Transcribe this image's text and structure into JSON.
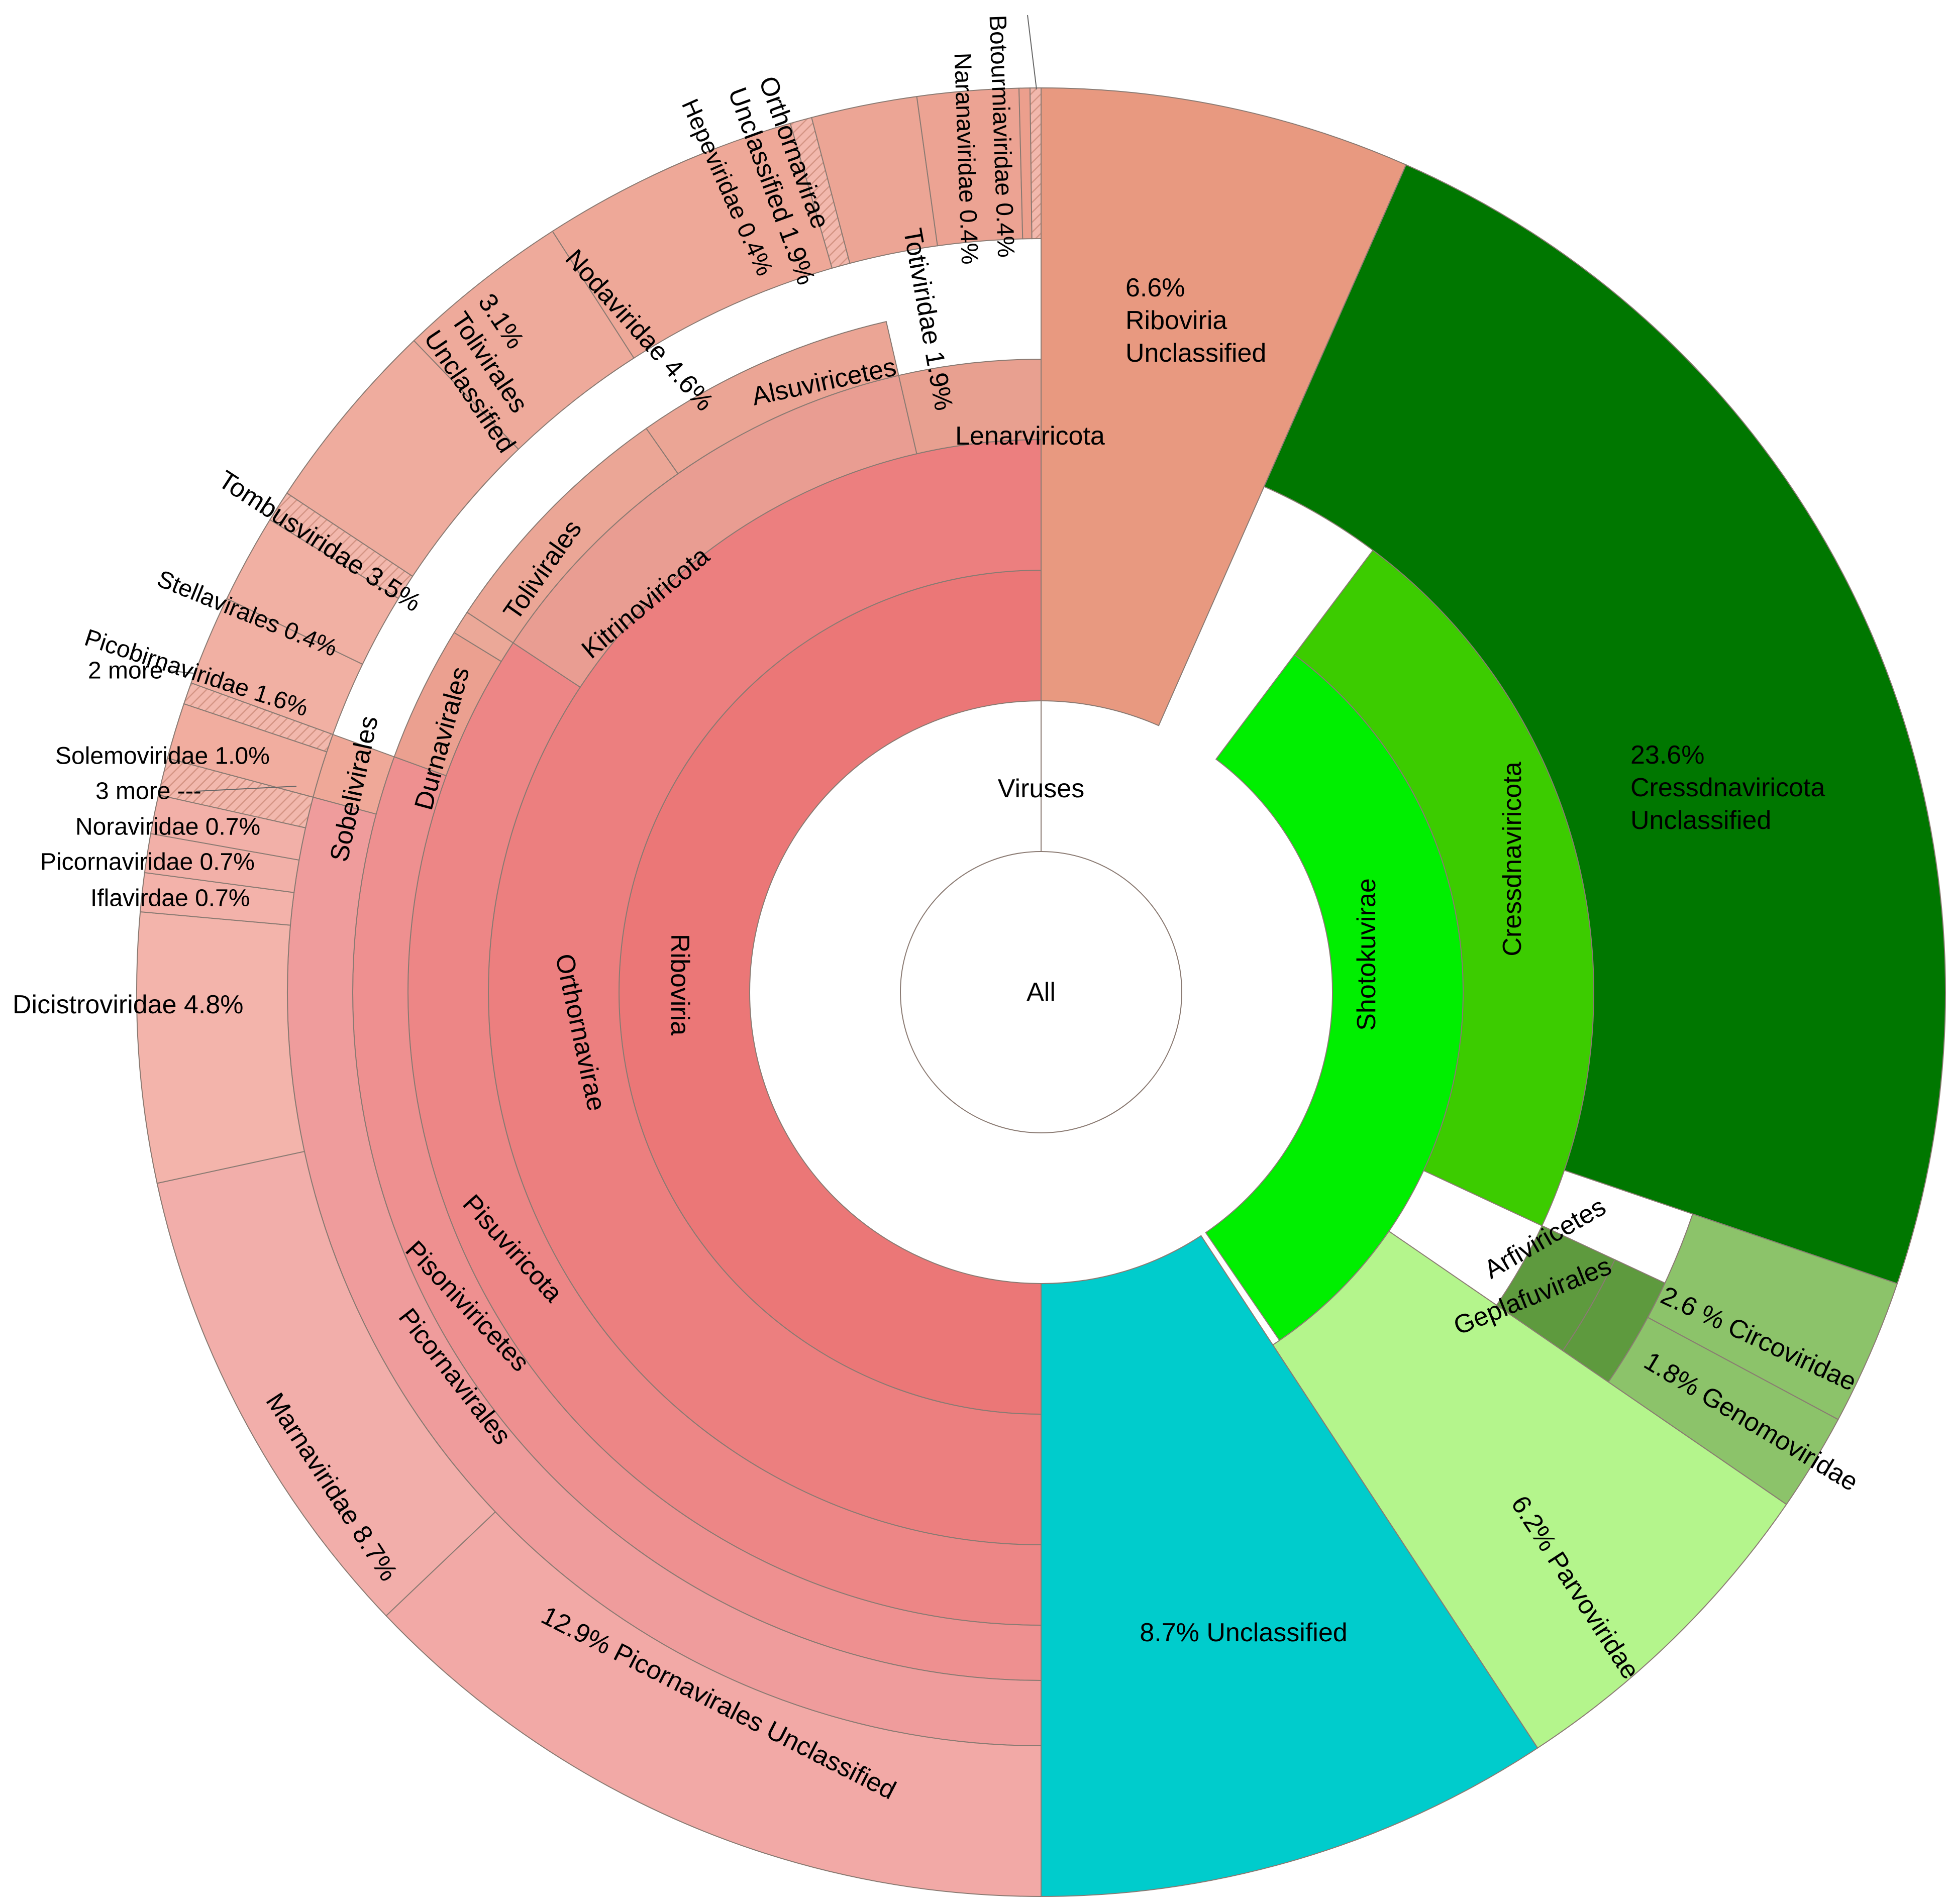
{
  "chart_data": {
    "type": "sunburst",
    "center_label": "All",
    "nodes": [
      {
        "id": "viruses",
        "label": "Viruses",
        "level": 1,
        "start": 0,
        "end": 360,
        "color": "#e86e6f"
      },
      {
        "id": "riboviria",
        "label": "Riboviria",
        "level": 2,
        "start": 180,
        "end": 360,
        "color": "#eb7777"
      },
      {
        "id": "shotokuvirae",
        "label": "Shotokuvirae",
        "level": 2,
        "start": 36.9,
        "end": 145.6,
        "color": "#00ef00"
      },
      {
        "id": "orthornavirae",
        "label": "Orthornavirae",
        "level": 3,
        "start": 180,
        "end": 360,
        "color": "#ec7f7f"
      },
      {
        "id": "cressdnaviricota",
        "label": "Cressdnaviricota",
        "level": 3,
        "start": 36.9,
        "end": 115.0,
        "color": "#3ccc00"
      },
      {
        "id": "pisuviricota",
        "label": "Pisuviricota",
        "level": 4,
        "start": 180,
        "end": 303.5,
        "color": "#ed8686"
      },
      {
        "id": "kitrinoviricota",
        "label": "Kitrinoviricota",
        "level": 4,
        "start": 303.5,
        "end": 347.0,
        "color": "#e99d92"
      },
      {
        "id": "lenarviricota",
        "label": "Lenarviricota",
        "level": 4,
        "start": 347.0,
        "end": 360,
        "color": "#e8a090"
      },
      {
        "id": "arfiviricetes",
        "label": "Arfiviricetes",
        "level": 4,
        "start": 115.0,
        "end": 124.5,
        "color": "#5e9a3e"
      },
      {
        "id": "pisoniviricetes",
        "label": "Pisoniviricetes",
        "level": 5,
        "start": 180,
        "end": 290.0,
        "color": "#ee9090"
      },
      {
        "id": "durnavirales",
        "label": "Durnavirales",
        "level": 5,
        "start": 290.0,
        "end": 301.5,
        "color": "#eba090"
      },
      {
        "id": "stellavirales",
        "label": "Stellavirales 0.4%",
        "level": 5,
        "start": 301.5,
        "end": 303.5,
        "color": "#eba898"
      },
      {
        "id": "tolivirales",
        "label": "Tolivirales",
        "level": 5,
        "start": 303.5,
        "end": 325.0,
        "color": "#eba696"
      },
      {
        "id": "alsuviricetes",
        "label": "Alsuviricetes",
        "level": 5,
        "start": 325.0,
        "end": 347.0,
        "color": "#eba595"
      },
      {
        "id": "geplafuvirales",
        "label": "Geplafuvirales",
        "level": 5,
        "start": 115.0,
        "end": 124.5,
        "color": "#5e9a3e"
      },
      {
        "id": "picornavirales",
        "label": "Picornavirales",
        "level": 6,
        "start": 180,
        "end": 285.0,
        "color": "#ef9c9c"
      },
      {
        "id": "sobelivirales",
        "label": "Sobelivirales",
        "level": 6,
        "start": 285.0,
        "end": 290.0,
        "color": "#efa898"
      },
      {
        "id": "picornavirales_unclassified",
        "label": "12.9% Picornavirales Unclassified",
        "level": 7,
        "start": 180,
        "end": 226.4,
        "color": "#f2a9a6"
      },
      {
        "id": "marnaviridae",
        "label": "Marnaviridae 8.7%",
        "level": 7,
        "start": 226.4,
        "end": 257.8,
        "color": "#f2aeaa"
      },
      {
        "id": "dicistroviridae",
        "label": "Dicistroviridae 4.8%",
        "level": 7,
        "start": 257.8,
        "end": 275.1,
        "color": "#f3b4ab"
      },
      {
        "id": "iflaviridae",
        "label": "Iflavirdae 0.7%",
        "level": 7,
        "start": 275.1,
        "end": 277.6,
        "color": "#f3b2aa"
      },
      {
        "id": "picornaviridae",
        "label": "Picornaviridae 0.7%",
        "level": 7,
        "start": 277.6,
        "end": 280.1,
        "color": "#f2b0a8"
      },
      {
        "id": "noraviridae",
        "label": "Noraviridae 0.7%",
        "level": 7,
        "start": 280.1,
        "end": 282.6,
        "color": "#f2b0a8"
      },
      {
        "id": "picorna_3more",
        "label": "3 more ---",
        "level": 7,
        "start": 282.6,
        "end": 285.0,
        "color": "#f0b5aa",
        "hatched": true
      },
      {
        "id": "solemoviridae",
        "label": "Solemoviridae 1.0%",
        "level": 7,
        "start": 285.0,
        "end": 288.6,
        "color": "#f1ad9f"
      },
      {
        "id": "sobeli_2more",
        "label": "2 more",
        "level": 7,
        "start": 288.6,
        "end": 290.0,
        "color": "#f0b0a5",
        "hatched": true
      },
      {
        "id": "picobirnaviridae",
        "label": "Picobirnaviridae 1.6%",
        "level": 7,
        "start": 290.0,
        "end": 295.8,
        "color": "#f1b0a3"
      },
      {
        "id": "durna_gap",
        "label": "",
        "level": 7,
        "start": 295.8,
        "end": 301.5,
        "color": "#f1b0a3"
      },
      {
        "id": "stella_leaf",
        "label": "",
        "level": 7,
        "start": 301.5,
        "end": 303.5,
        "color": "#ecb0a2",
        "hatched": true
      },
      {
        "id": "tombusviridae",
        "label": "Tombusviridae 3.5%",
        "level": 7,
        "start": 303.5,
        "end": 316.1,
        "color": "#efac9e"
      },
      {
        "id": "tolivirales_unclassified",
        "label": "3.1% Tolivirales Unclassified",
        "level": 7,
        "start": 316.1,
        "end": 327.3,
        "color": "#eeaa9b"
      },
      {
        "id": "nodaviridae",
        "label": "Nodaviridae 4.6%",
        "level": 7,
        "start": 327.3,
        "end": 343.9,
        "color": "#eea898"
      },
      {
        "id": "hepeviridae",
        "label": "Hepeviridae 0.4%",
        "level": 7,
        "start": 343.9,
        "end": 345.3,
        "color": "#eca898",
        "hatched": true
      },
      {
        "id": "orthornavirae_unclassified",
        "label": "Orthornavirae Unclassified 1.9%",
        "level": 7,
        "start": 345.3,
        "end": 352.1,
        "color": "#eca595"
      },
      {
        "id": "totiviridae",
        "label": "Totiviridae 1.9%",
        "level": 7,
        "start": 352.1,
        "end": 358.6,
        "color": "#eca393"
      },
      {
        "id": "naranaviridae",
        "label": "Naranaviridae 0.4%",
        "level": 7,
        "start": 358.6,
        "end": 359.3,
        "color": "#ec9f8d"
      },
      {
        "id": "botourmiaviridae",
        "label": "Botourmiaviridae 0.4%",
        "level": 7,
        "start": 359.3,
        "end": 360,
        "color": "#e8a290",
        "hatched": true
      },
      {
        "id": "riboviria_unclassified",
        "label": "6.6% Riboviria Unclassified",
        "level": "2-7",
        "start": 0,
        "end": 23.8,
        "color": "#e89980"
      },
      {
        "id": "cressdnaviricota_unclassified",
        "label": "23.6% Cressdnaviricota Unclassified",
        "level": "4-7",
        "start": 23.8,
        "end": 108.8,
        "color": "#007700"
      },
      {
        "id": "circoviridae",
        "label": "2.6 % Circoviridae",
        "level": "6-7",
        "start": 108.8,
        "end": 118.2,
        "color": "#8cc36a"
      },
      {
        "id": "genomoviridae",
        "label": "1.8% Genomoviridae",
        "level": "6-7",
        "start": 118.2,
        "end": 124.5,
        "color": "#8cc36a"
      },
      {
        "id": "parvoviridae",
        "label": "6.2% Parvoviridae",
        "level": "3-7",
        "start": 124.5,
        "end": 146.7,
        "color": "#b4f58c"
      },
      {
        "id": "unclassified",
        "label": "8.7% Unclassified",
        "level": "2-7",
        "start": 146.7,
        "end": 180,
        "color": "#00cccc"
      }
    ],
    "percent_values": {
      "Riboviria Unclassified": 6.6,
      "Cressdnaviricota Unclassified": 23.6,
      "Circoviridae": 2.6,
      "Genomoviridae": 1.8,
      "Parvoviridae": 6.2,
      "Unclassified": 8.7,
      "Picornavirales Unclassified": 12.9,
      "Marnaviridae": 8.7,
      "Dicistroviridae": 4.8,
      "Iflavirdae": 0.7,
      "Picornaviridae": 0.7,
      "Noraviridae": 0.7,
      "Solemoviridae": 1.0,
      "Picobirnaviridae": 1.6,
      "Stellavirales": 0.4,
      "Tombusviridae": 3.5,
      "Tolivirales Unclassified": 3.1,
      "Nodaviridae": 4.6,
      "Hepeviridae": 0.4,
      "Orthornavirae Unclassified": 1.9,
      "Totiviridae": 1.9,
      "Naranaviridae": 0.4,
      "Botourmiaviridae": 0.4
    }
  }
}
